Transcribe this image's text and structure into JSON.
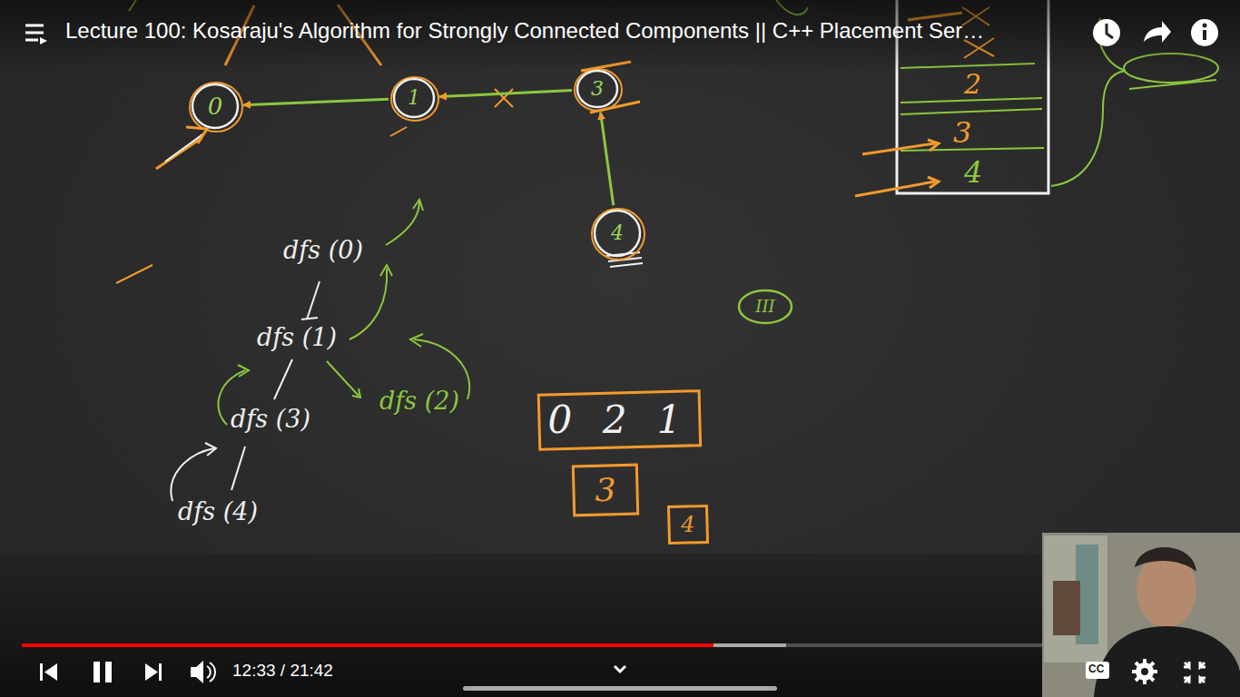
{
  "diagram": {
    "title": "Lecture 100: Kosaraju's Algorithm for Strongly Connected Components || C++ Placement Ser…",
    "nodes": [
      {
        "text": [
          "0"
        ]
      },
      {
        "text": [
          "1"
        ]
      },
      {
        "text": [
          "3"
        ]
      },
      {
        "text": [
          "4"
        ]
      },
      {
        "text": [
          "III"
        ]
      },
      {
        "text": [
          "0 2 1"
        ]
      },
      {
        "text": [
          "3"
        ]
      },
      {
        "text": [
          "4"
        ]
      }
    ],
    "edges": [
      {
        "from": 1,
        "to": 0,
        "arrow": "to"
      },
      {
        "from": 2,
        "to": 1,
        "arrow": "to"
      },
      {
        "from": 3,
        "to": 2,
        "arrow": "to"
      }
    ],
    "labels": [
      "dfs (0)",
      "dfs (1)",
      "dfs (3)",
      "dfs (4)",
      "dfs (2)",
      "4",
      "3",
      "2",
      "12:33 / 21:42",
      "CC"
    ]
  }
}
